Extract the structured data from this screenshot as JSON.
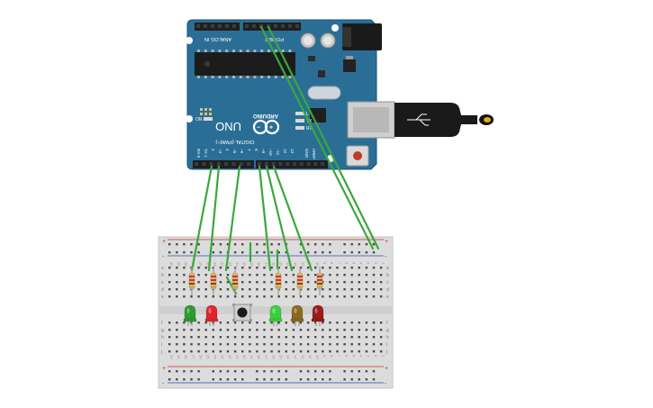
{
  "board": {
    "logo_text": "UNO",
    "brand_text": "ARDUINO",
    "analog_header_label": "ANALOG IN",
    "power_header_label": "POWER",
    "digital_header_label": "DIGITAL (PWM~)",
    "analog_pins": [
      "A0",
      "A1",
      "A2",
      "A3",
      "A4",
      "A5"
    ],
    "power_pins": [
      "IOREF",
      "RESET",
      "3V3",
      "5V",
      "GND",
      "GND",
      "Vin"
    ],
    "digital_pins": [
      "AREF",
      "GND",
      "13",
      "12",
      "~11",
      "~10",
      "~9",
      "8",
      "7",
      "~6",
      "~5",
      "4",
      "~3",
      "2",
      "TX 1",
      "RX 0"
    ],
    "led_labels": [
      "L",
      "TX",
      "RX"
    ],
    "on_label": "ON"
  },
  "breadboard": {
    "top_rail_signs": [
      "+",
      "-"
    ],
    "bottom_rail_signs": [
      "+",
      "-"
    ],
    "row_letters_top": [
      "a",
      "b",
      "c",
      "d",
      "e"
    ],
    "row_letters_bottom": [
      "f",
      "g",
      "h",
      "i",
      "j"
    ],
    "column_numbers": [
      "30",
      "29",
      "28",
      "27",
      "26",
      "25",
      "24",
      "23",
      "22",
      "21",
      "20",
      "19",
      "18",
      "17",
      "16",
      "15",
      "14",
      "13",
      "12",
      "11",
      "10",
      "9",
      "8",
      "7",
      "6",
      "5",
      "4",
      "3",
      "2",
      "1"
    ]
  },
  "components": {
    "leds": [
      {
        "name": "led-green-1",
        "color": "#2a9d2f"
      },
      {
        "name": "led-red-1",
        "color": "#e0262d"
      },
      {
        "name": "led-green-2",
        "color": "#39d13a"
      },
      {
        "name": "led-amber",
        "color": "#8a6a1e"
      },
      {
        "name": "led-darkred",
        "color": "#9a1b1b"
      }
    ],
    "button_name": "pushbutton"
  },
  "wire_color": "#3aa83a"
}
